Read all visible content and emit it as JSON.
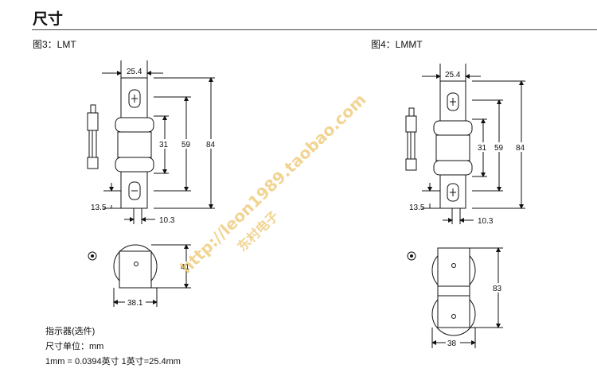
{
  "heading": "尺寸",
  "figure3": {
    "label": "图3：LMT",
    "dims": {
      "width_top": "25.4",
      "inner": "31",
      "mid": "59",
      "total": "84",
      "bottom_left": "13.5",
      "bottom_right": "10.3",
      "side_height": "41",
      "side_width": "38.1"
    }
  },
  "figure4": {
    "label": "图4：LMMT",
    "dims": {
      "width_top": "25.4",
      "inner": "31",
      "mid": "59",
      "total": "84",
      "bottom_left": "13.5",
      "bottom_right": "10.3",
      "side_height": "83",
      "side_width": "38"
    }
  },
  "notes": {
    "line1": "指示器(选件)",
    "line2": "尺寸单位：mm",
    "line3": "1mm = 0.0394英寸      1英寸=25.4mm"
  },
  "watermark": "http://leon1989.taobao.com",
  "watermark_name": "东村电子",
  "colors": {
    "line": "#111111",
    "watermark": "#e8b038"
  }
}
